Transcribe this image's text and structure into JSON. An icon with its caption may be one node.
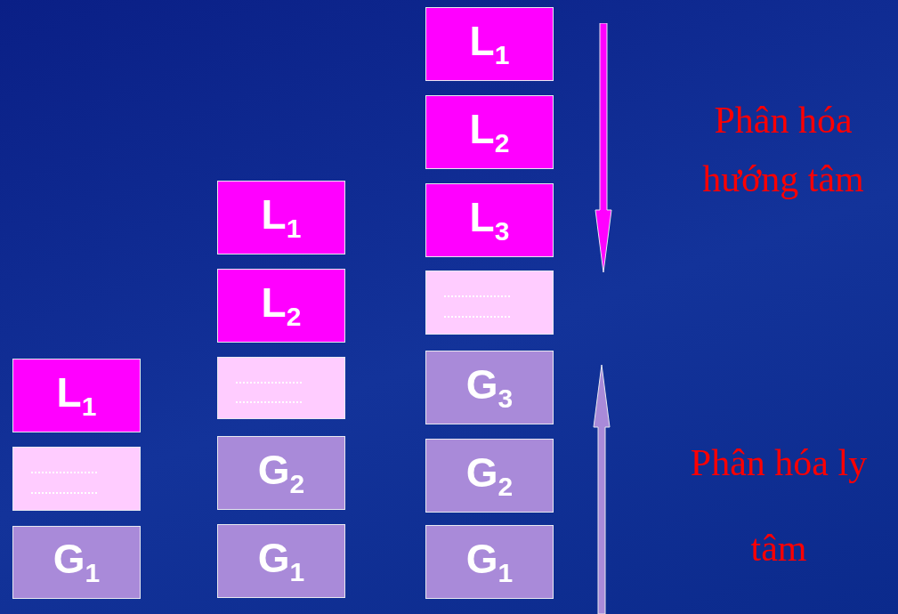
{
  "diagram": {
    "nodes": [
      {
        "text": [
          "L$_{1}$"
        ]
      },
      {
        "text": [],
        "shape": "box"
      },
      {
        "text": [
          "G$_{1}$"
        ]
      },
      {
        "text": [
          "L$_{1}$"
        ]
      },
      {
        "text": [
          "L$_{2}$"
        ]
      },
      {
        "text": [],
        "shape": "box"
      },
      {
        "text": [
          "G$_{2}$"
        ]
      },
      {
        "text": [
          "G$_{1}$"
        ]
      },
      {
        "text": [
          "L$_{1}$"
        ]
      },
      {
        "text": [
          "L$_{2}$"
        ]
      },
      {
        "text": [
          "L$_{3}$"
        ]
      },
      {
        "text": [],
        "shape": "box"
      },
      {
        "text": [
          "G$_{3}$"
        ]
      },
      {
        "text": [
          "G$_{2}$"
        ]
      },
      {
        "text": [
          "G$_{1}$"
        ]
      }
    ],
    "labels": [
      "Phân hóa hướng tâm",
      "Phân hóa ly tâm"
    ]
  }
}
